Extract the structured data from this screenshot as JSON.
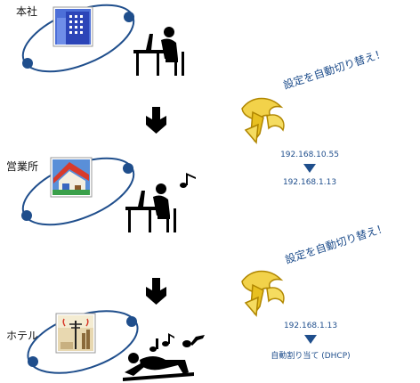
{
  "locations": [
    {
      "label": "本社"
    },
    {
      "label": "営業所"
    },
    {
      "label": "ホテル"
    }
  ],
  "switches": [
    {
      "note": "設定を自動切り替え！",
      "from_ip": "192.168.10.55",
      "to_ip": "192.168.1.13"
    },
    {
      "note": "設定を自動切り替え！",
      "from_ip": "192.168.1.13",
      "to_ip": "自動割り当て (DHCP)"
    }
  ],
  "colors": {
    "orbit": "#1f4e8c",
    "ip_text": "#1f4e8c",
    "figure": "#000000",
    "gold": "#e8c020"
  },
  "icons": [
    "office-building-icon",
    "house-icon",
    "hotel-antenna-icon",
    "flying-wing-icon",
    "person-at-desk-icon",
    "person-relaxing-icon",
    "music-note-icon",
    "down-arrow-icon"
  ]
}
